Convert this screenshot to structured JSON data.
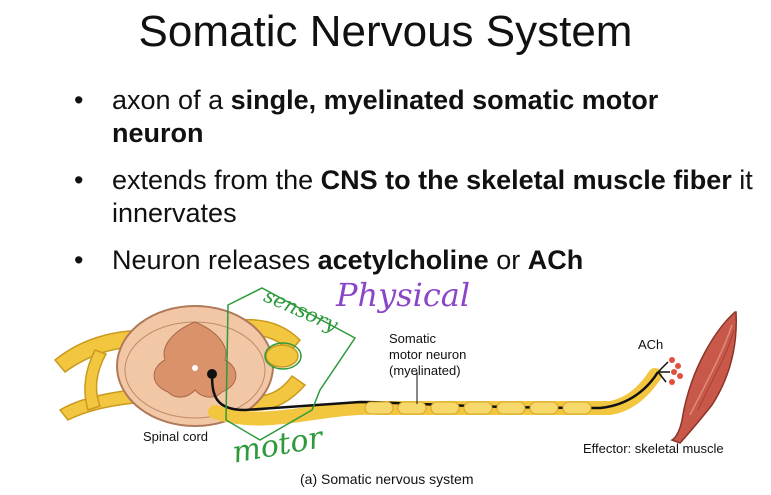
{
  "slide": {
    "title": "Somatic Nervous System",
    "bullets": [
      {
        "parts": [
          {
            "t": "axon of a ",
            "b": false
          },
          {
            "t": "single, myelinated somatic motor neuron",
            "b": true
          }
        ]
      },
      {
        "parts": [
          {
            "t": "extends from the ",
            "b": false
          },
          {
            "t": "CNS to the skeletal muscle fiber",
            "b": true
          },
          {
            "t": " it innervates",
            "b": false
          }
        ]
      },
      {
        "parts": [
          {
            "t": "Neuron releases ",
            "b": false
          },
          {
            "t": "acetylcholine",
            "b": true
          },
          {
            "t": " or ",
            "b": false
          },
          {
            "t": "ACh",
            "b": true
          }
        ]
      }
    ]
  },
  "figure": {
    "label_neuron_1": "Somatic",
    "label_neuron_2": "motor neuron",
    "label_neuron_3": "(myelinated)",
    "label_ach": "ACh",
    "label_spinal": "Spinal cord",
    "label_effector": "Effector: skeletal muscle",
    "caption": "(a) Somatic nervous system"
  },
  "annotations": {
    "physical": "Physical",
    "sensory": "sensory",
    "motor": "motor"
  },
  "colors": {
    "nerve_yellow": "#f3c63f",
    "cord_outer": "#f2c7a6",
    "cord_inner": "#d9926a",
    "muscle": "#c8584a",
    "ink_green": "#2d9a3c",
    "ink_purple": "#8b45c9"
  }
}
